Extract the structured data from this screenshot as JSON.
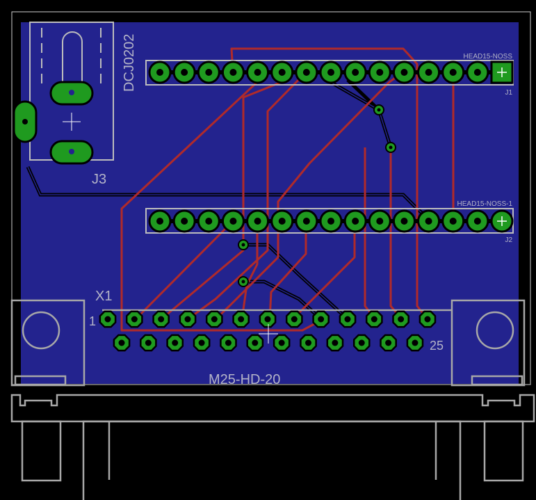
{
  "colors": {
    "board": "#23238e",
    "pad": "#1f9a1f",
    "copper_top": "#b02a2a",
    "copper_bottom": "#000000",
    "silk": "#a8a8a8",
    "background": "#000000"
  },
  "components": {
    "j1": {
      "name": "J1",
      "value": "HEAD15-NOSS",
      "pins": 15
    },
    "j2": {
      "name": "J2",
      "value": "HEAD15-NOSS-1",
      "pins": 15
    },
    "j3": {
      "name": "J3",
      "value": "DCJ0202"
    },
    "x1": {
      "name": "X1",
      "value": "M25-HD-20",
      "pin_first": "1",
      "pin_last": "25",
      "row1_pins": 13,
      "row2_pins": 12
    }
  }
}
